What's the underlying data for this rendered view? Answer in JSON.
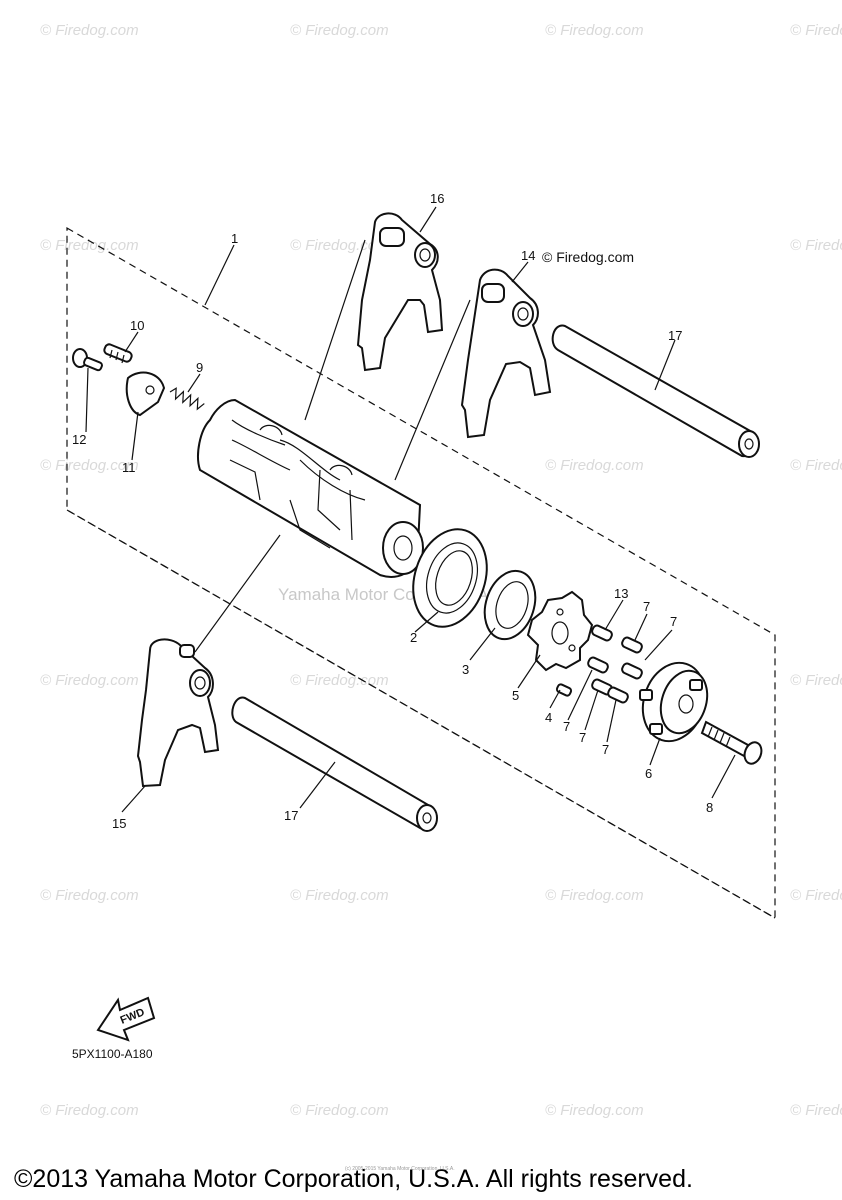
{
  "watermark_text": "© Firedog.com",
  "labeled_watermark": "© Firedog.com",
  "center_watermark": "Yamaha Motor Corp., U.S.A.",
  "part_numbers": [
    "1",
    "2",
    "3",
    "4",
    "5",
    "6",
    "7",
    "8",
    "9",
    "10",
    "11",
    "12",
    "13",
    "14",
    "15",
    "16",
    "17"
  ],
  "fwd_label": "FWD",
  "diagram_code": "5PX1100-A180",
  "small_copyright": "(c) 2005-2015 Yamaha Motor Corporation, U.S.A.",
  "copyright": "©2013 Yamaha Motor Corporation, U.S.A. All rights reserved.",
  "colors": {
    "line": "#111111",
    "watermark": "#d9d9d9",
    "background": "#ffffff"
  }
}
